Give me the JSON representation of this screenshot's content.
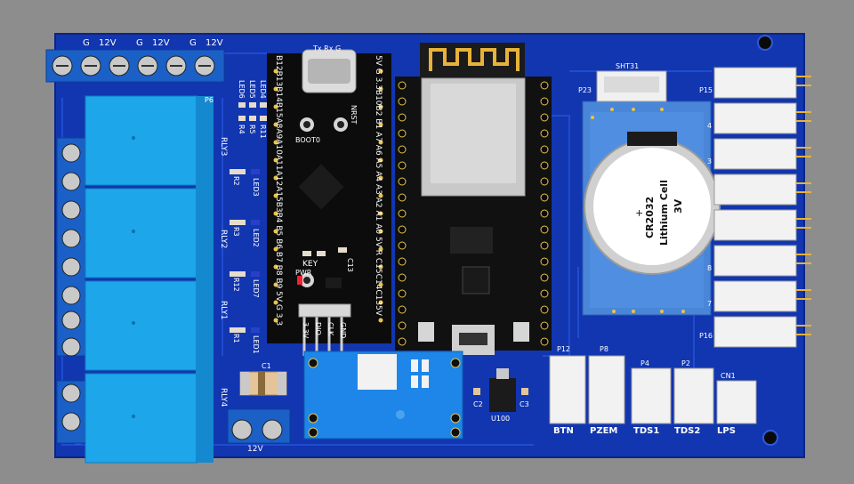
{
  "power_header": {
    "pins": [
      "G",
      "12V",
      "G",
      "12V",
      "G",
      "12V"
    ]
  },
  "relay_labels": [
    "RLY3",
    "RLY2",
    "RLY1",
    "RLY4"
  ],
  "resistor_labels": [
    "R2",
    "R3",
    "R12",
    "R1"
  ],
  "led_labels": [
    "LED3",
    "LED2",
    "LED7",
    "LED1"
  ],
  "led_group_labels": [
    "LED6",
    "LED5",
    "LED4",
    "R4",
    "R5",
    "R11"
  ],
  "stm32": {
    "left_pins": "B12B13B14B15A8A9A10A11A12A15B3B4 B5 B6 B7 B8 B9 5V  G 3.3",
    "right_pins": "5V  G  3.3B10B2 B1 A7 A6 A5 A4 A3 A2 A1 A0 5V  R C15C14C135V",
    "top_pins": "Tx Rx G",
    "boot_label": "BOOT0",
    "reset_label": "NRST",
    "key_label": "KEY",
    "pwr_label": "PWR",
    "cap_label": "C13",
    "swd_pins": [
      "3.3V",
      "DIO",
      "CLK",
      "GND"
    ]
  },
  "battery": {
    "line1": "CR2032",
    "line2": "Lithium Cell",
    "line3": "3V",
    "plus": "+"
  },
  "holder_label": "SHT31",
  "holder_ref": "P23",
  "right_connectors": [
    "P15",
    "4",
    "3",
    "",
    "",
    "8",
    "7",
    "P16"
  ],
  "bottom_connectors": [
    {
      "ref": "P12",
      "name": "BTN"
    },
    {
      "ref": "P8",
      "name": "PZEM"
    },
    {
      "ref": "P4",
      "name": "TDS1"
    },
    {
      "ref": "P2",
      "name": "TDS2"
    },
    {
      "ref": "CN1",
      "name": "LPS"
    }
  ],
  "cap_c1": "C1",
  "caps_small": [
    "C2",
    "C3"
  ],
  "regulator": "U100",
  "dc_input": "12V",
  "rail_label": "P6",
  "colors": {
    "board": "#1237b5",
    "relay": "#1aa6e8",
    "terminal": "#1a63c7",
    "mcu": "#0c0c0c"
  }
}
